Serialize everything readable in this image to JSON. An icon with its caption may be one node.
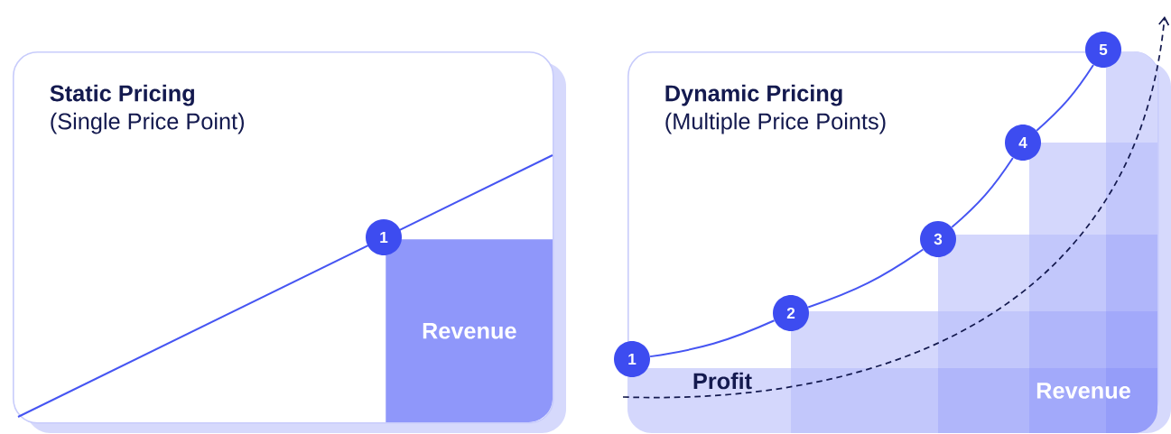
{
  "diagram": {
    "nodes": [
      {
        "text": [
          "Static Pricing",
          "(Single Price Point)"
        ]
      },
      {
        "text": [
          "1"
        ],
        "in": 0
      },
      {
        "text": [
          "Revenue"
        ],
        "in": 0
      },
      {
        "text": [
          "Dynamic Pricing",
          "(Multiple Price Points)"
        ]
      },
      {
        "text": [
          "1"
        ],
        "in": 3
      },
      {
        "text": [
          "2"
        ],
        "in": 3
      },
      {
        "text": [
          "3"
        ],
        "in": 3
      },
      {
        "text": [
          "4"
        ],
        "in": 3
      },
      {
        "text": [
          "5"
        ]
      }
    ],
    "edges": [
      {
        "from": 4,
        "to": 5,
        "arrow": "none"
      },
      {
        "from": 5,
        "to": 6,
        "arrow": "none"
      },
      {
        "from": 6,
        "to": 7,
        "arrow": "none"
      },
      {
        "from": 7,
        "to": 8,
        "arrow": "none"
      }
    ],
    "labels": [
      "Profit",
      "Revenue"
    ]
  }
}
